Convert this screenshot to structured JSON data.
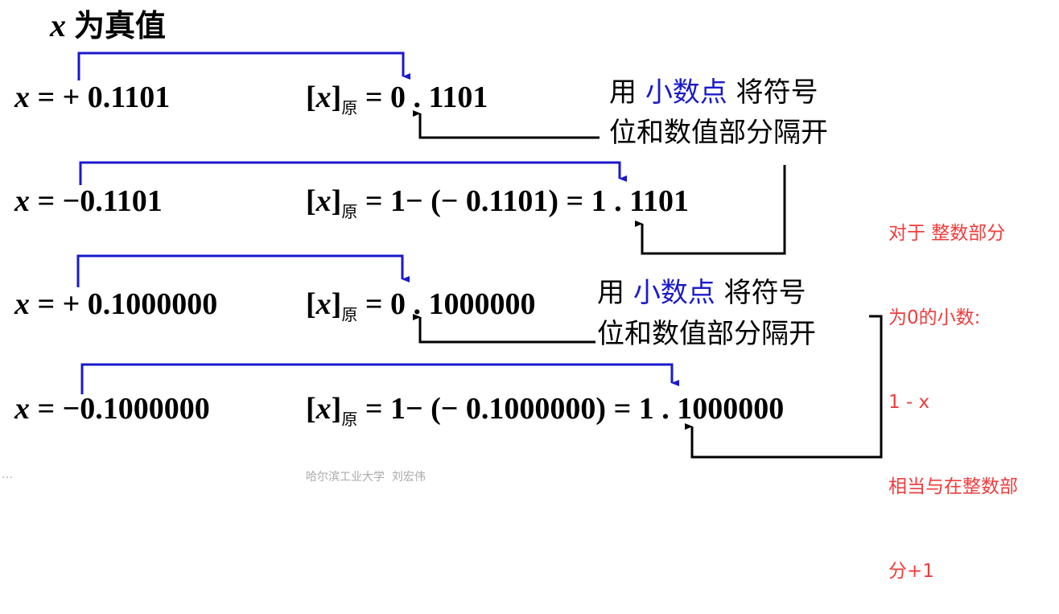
{
  "title": {
    "var": "x",
    "text": "为真值"
  },
  "rows": [
    {
      "lhs_var": "x",
      "lhs": " = + 0.1101",
      "rhs_var": "x",
      "rhs_sub": "原",
      "rhs": " = 0 . 1101"
    },
    {
      "lhs_var": "x",
      "lhs": " = −0.1101",
      "rhs_var": "x",
      "rhs_sub": "原",
      "rhs": " = 1− (− 0.1101) = 1 . 1101"
    },
    {
      "lhs_var": "x",
      "lhs": " = + 0.1000000",
      "rhs_var": "x",
      "rhs_sub": "原",
      "rhs": " = 0 . 1000000"
    },
    {
      "lhs_var": "x",
      "lhs": " = −0.1000000",
      "rhs_var": "x",
      "rhs_sub": "原",
      "rhs": " = 1− (− 0.1000000) = 1 . 1000000"
    }
  ],
  "notes": [
    {
      "pre": "用 ",
      "highlight": "小数点",
      "post": " 将符号",
      "line2": "位和数值部分隔开"
    },
    {
      "pre": "用 ",
      "highlight": "小数点",
      "post": " 将符号",
      "line2": "位和数值部分隔开"
    }
  ],
  "annotation": [
    "对于 整数部分",
    "为0的小数:",
    "1 - x",
    "相当与在整数部",
    "分+1"
  ],
  "footer": {
    "left": "…",
    "center": "哈尔滨工业大学  刘宏伟"
  },
  "colors": {
    "blue": "#1a1acc",
    "red": "#f03c3c"
  }
}
